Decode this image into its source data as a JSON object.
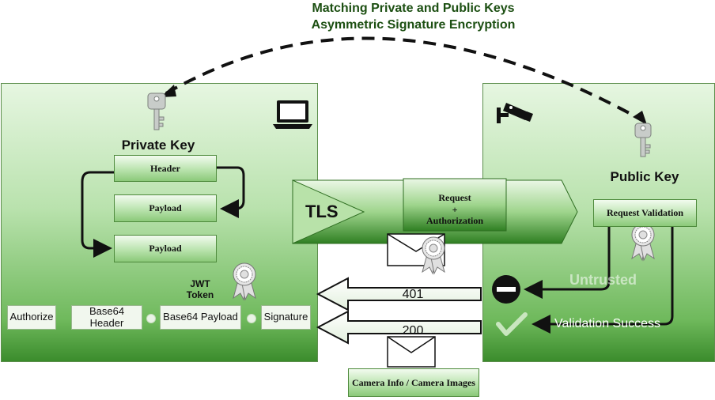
{
  "title": {
    "line1": "Matching  Private and Public Keys",
    "line2": "Asymmetric Signature Encryption"
  },
  "client": {
    "key_label": "Private Key",
    "icons": [
      "key-icon",
      "laptop-icon"
    ],
    "flow": [
      "Header",
      "Payload",
      "Payload"
    ],
    "jwt_label": "JWT",
    "jwt_sub": "Token",
    "token_parts": [
      "Authorize",
      "Base64 Header",
      "Base64 Payload",
      "Signature"
    ]
  },
  "channel": {
    "tls": "TLS",
    "request": "Request + Authorization",
    "request_l1": "Request",
    "request_l2": "+",
    "request_l3": "Authorization",
    "code_401": "401",
    "code_200": "200",
    "response": "Camera Info / Camera Images"
  },
  "server": {
    "key_label": "Public Key",
    "icons": [
      "security-camera-icon",
      "key-icon"
    ],
    "validation": "Request Validation",
    "ghost_text": "Untrusted",
    "success": "Validation Success"
  },
  "colors": {
    "title": "#1c4f12",
    "panel_top": "#e6f6e1",
    "panel_bottom": "#3b8c2c",
    "box_green": "#8bc979",
    "arrow": "#111111"
  }
}
